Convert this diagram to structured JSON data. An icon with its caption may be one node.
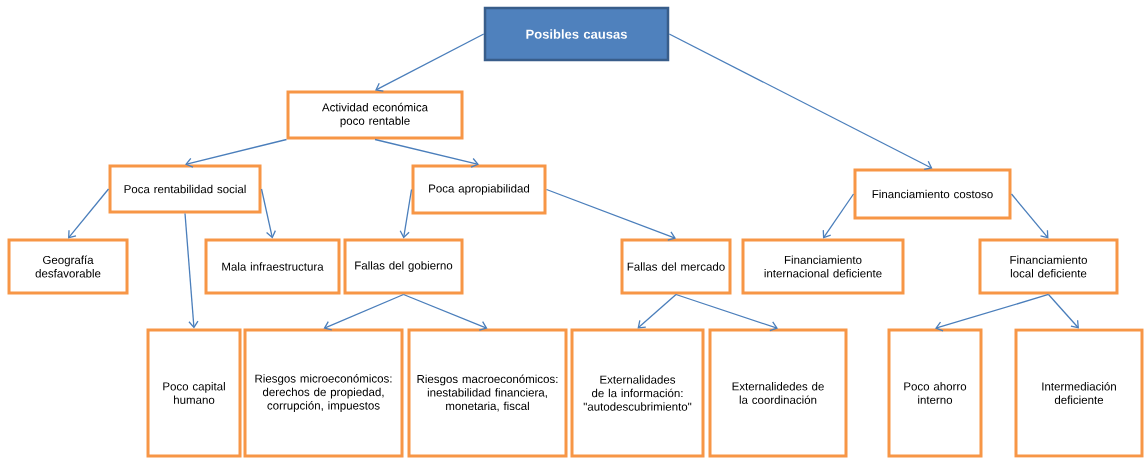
{
  "diagram": {
    "nodes": [
      {
        "text": [
          "Posibles causas"
        ]
      },
      {
        "text": [
          "Actividad económica poco rentable"
        ]
      },
      {
        "text": [
          "Poca rentabilidad social"
        ]
      },
      {
        "text": [
          "Poca apropiabilidad"
        ]
      },
      {
        "text": [
          "Financiamiento costoso"
        ]
      },
      {
        "text": [
          "Geografía desfavorable"
        ]
      },
      {
        "text": [
          "Mala infraestructura"
        ]
      },
      {
        "text": [
          "Fallas del gobierno"
        ]
      },
      {
        "text": [
          "Fallas del mercado"
        ]
      },
      {
        "text": [
          "Financiamiento internacional deficiente"
        ]
      },
      {
        "text": [
          "Financiamiento local deficiente"
        ]
      },
      {
        "text": [
          "Poco capital humano"
        ]
      },
      {
        "text": [
          "Riesgos microeconómicos: derechos de propiedad, corrupción, impuestos"
        ]
      },
      {
        "text": [
          "Riesgos macroeconómicos: inestabilidad financiera, monetaria, fiscal"
        ]
      },
      {
        "text": [
          "Externalidades de la información: \"autodescubrimiento\""
        ]
      },
      {
        "text": [
          "Externalidedes de la coordinación"
        ]
      },
      {
        "text": [
          "Poco ahorro interno"
        ]
      },
      {
        "text": [
          "Intermediación deficiente"
        ]
      }
    ],
    "edges": [
      {
        "from": 0,
        "to": 1,
        "arrow": "to"
      },
      {
        "from": 0,
        "to": 4,
        "arrow": "to"
      },
      {
        "from": 1,
        "to": 2,
        "arrow": "to"
      },
      {
        "from": 1,
        "to": 3,
        "arrow": "to"
      },
      {
        "from": 2,
        "to": 5,
        "arrow": "to"
      },
      {
        "from": 2,
        "to": 11,
        "arrow": "to"
      },
      {
        "from": 2,
        "to": 6,
        "arrow": "to"
      },
      {
        "from": 3,
        "to": 7,
        "arrow": "to"
      },
      {
        "from": 3,
        "to": 8,
        "arrow": "to"
      },
      {
        "from": 7,
        "to": 12,
        "arrow": "to"
      },
      {
        "from": 7,
        "to": 13,
        "arrow": "to"
      },
      {
        "from": 8,
        "to": 14,
        "arrow": "to"
      },
      {
        "from": 8,
        "to": 15,
        "arrow": "to"
      },
      {
        "from": 4,
        "to": 9,
        "arrow": "to"
      },
      {
        "from": 4,
        "to": 10,
        "arrow": "to"
      },
      {
        "from": 10,
        "to": 16,
        "arrow": "to"
      },
      {
        "from": 10,
        "to": 17,
        "arrow": "to"
      }
    ]
  }
}
